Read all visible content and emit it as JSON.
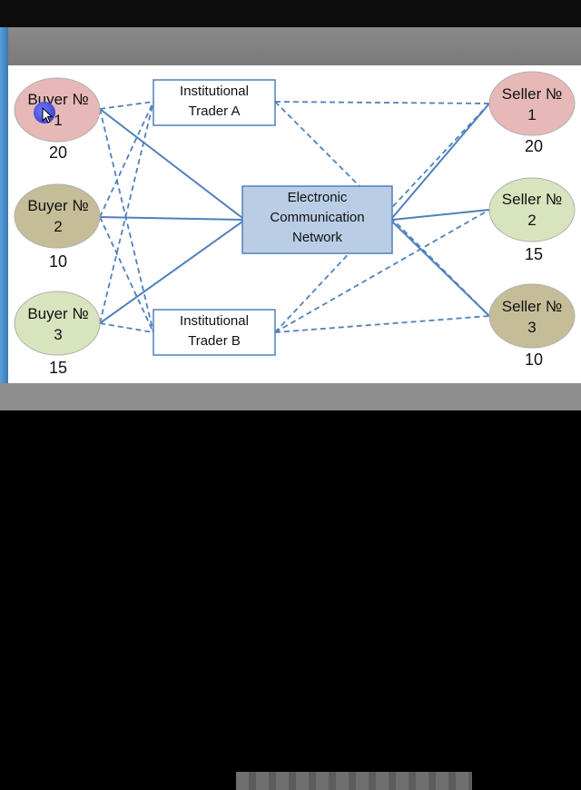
{
  "buyers": [
    {
      "label_line1": "Buyer №",
      "label_line2": "1",
      "count": "20",
      "fill": "#e6b8b7"
    },
    {
      "label_line1": "Buyer №",
      "label_line2": "2",
      "count": "10",
      "fill": "#c4bd97"
    },
    {
      "label_line1": "Buyer №",
      "label_line2": "3",
      "count": "15",
      "fill": "#d7e4bd"
    }
  ],
  "sellers": [
    {
      "label_line1": "Seller №",
      "label_line2": "1",
      "count": "20",
      "fill": "#e6b8b7"
    },
    {
      "label_line1": "Seller №",
      "label_line2": "2",
      "count": "15",
      "fill": "#d7e4bd"
    },
    {
      "label_line1": "Seller №",
      "label_line2": "3",
      "count": "10",
      "fill": "#c4bd97"
    }
  ],
  "traders": [
    {
      "line1": "Institutional",
      "line2": "Trader A"
    },
    {
      "line1": "Institutional",
      "line2": "Trader B"
    }
  ],
  "ecn": {
    "line1": "Electronic",
    "line2": "Communication",
    "line3": "Network",
    "fill": "#b9cde5"
  },
  "colors": {
    "line": "#4f81bd",
    "box_border": "#4f81bd",
    "ellipse_border": "#b0b0b0"
  }
}
